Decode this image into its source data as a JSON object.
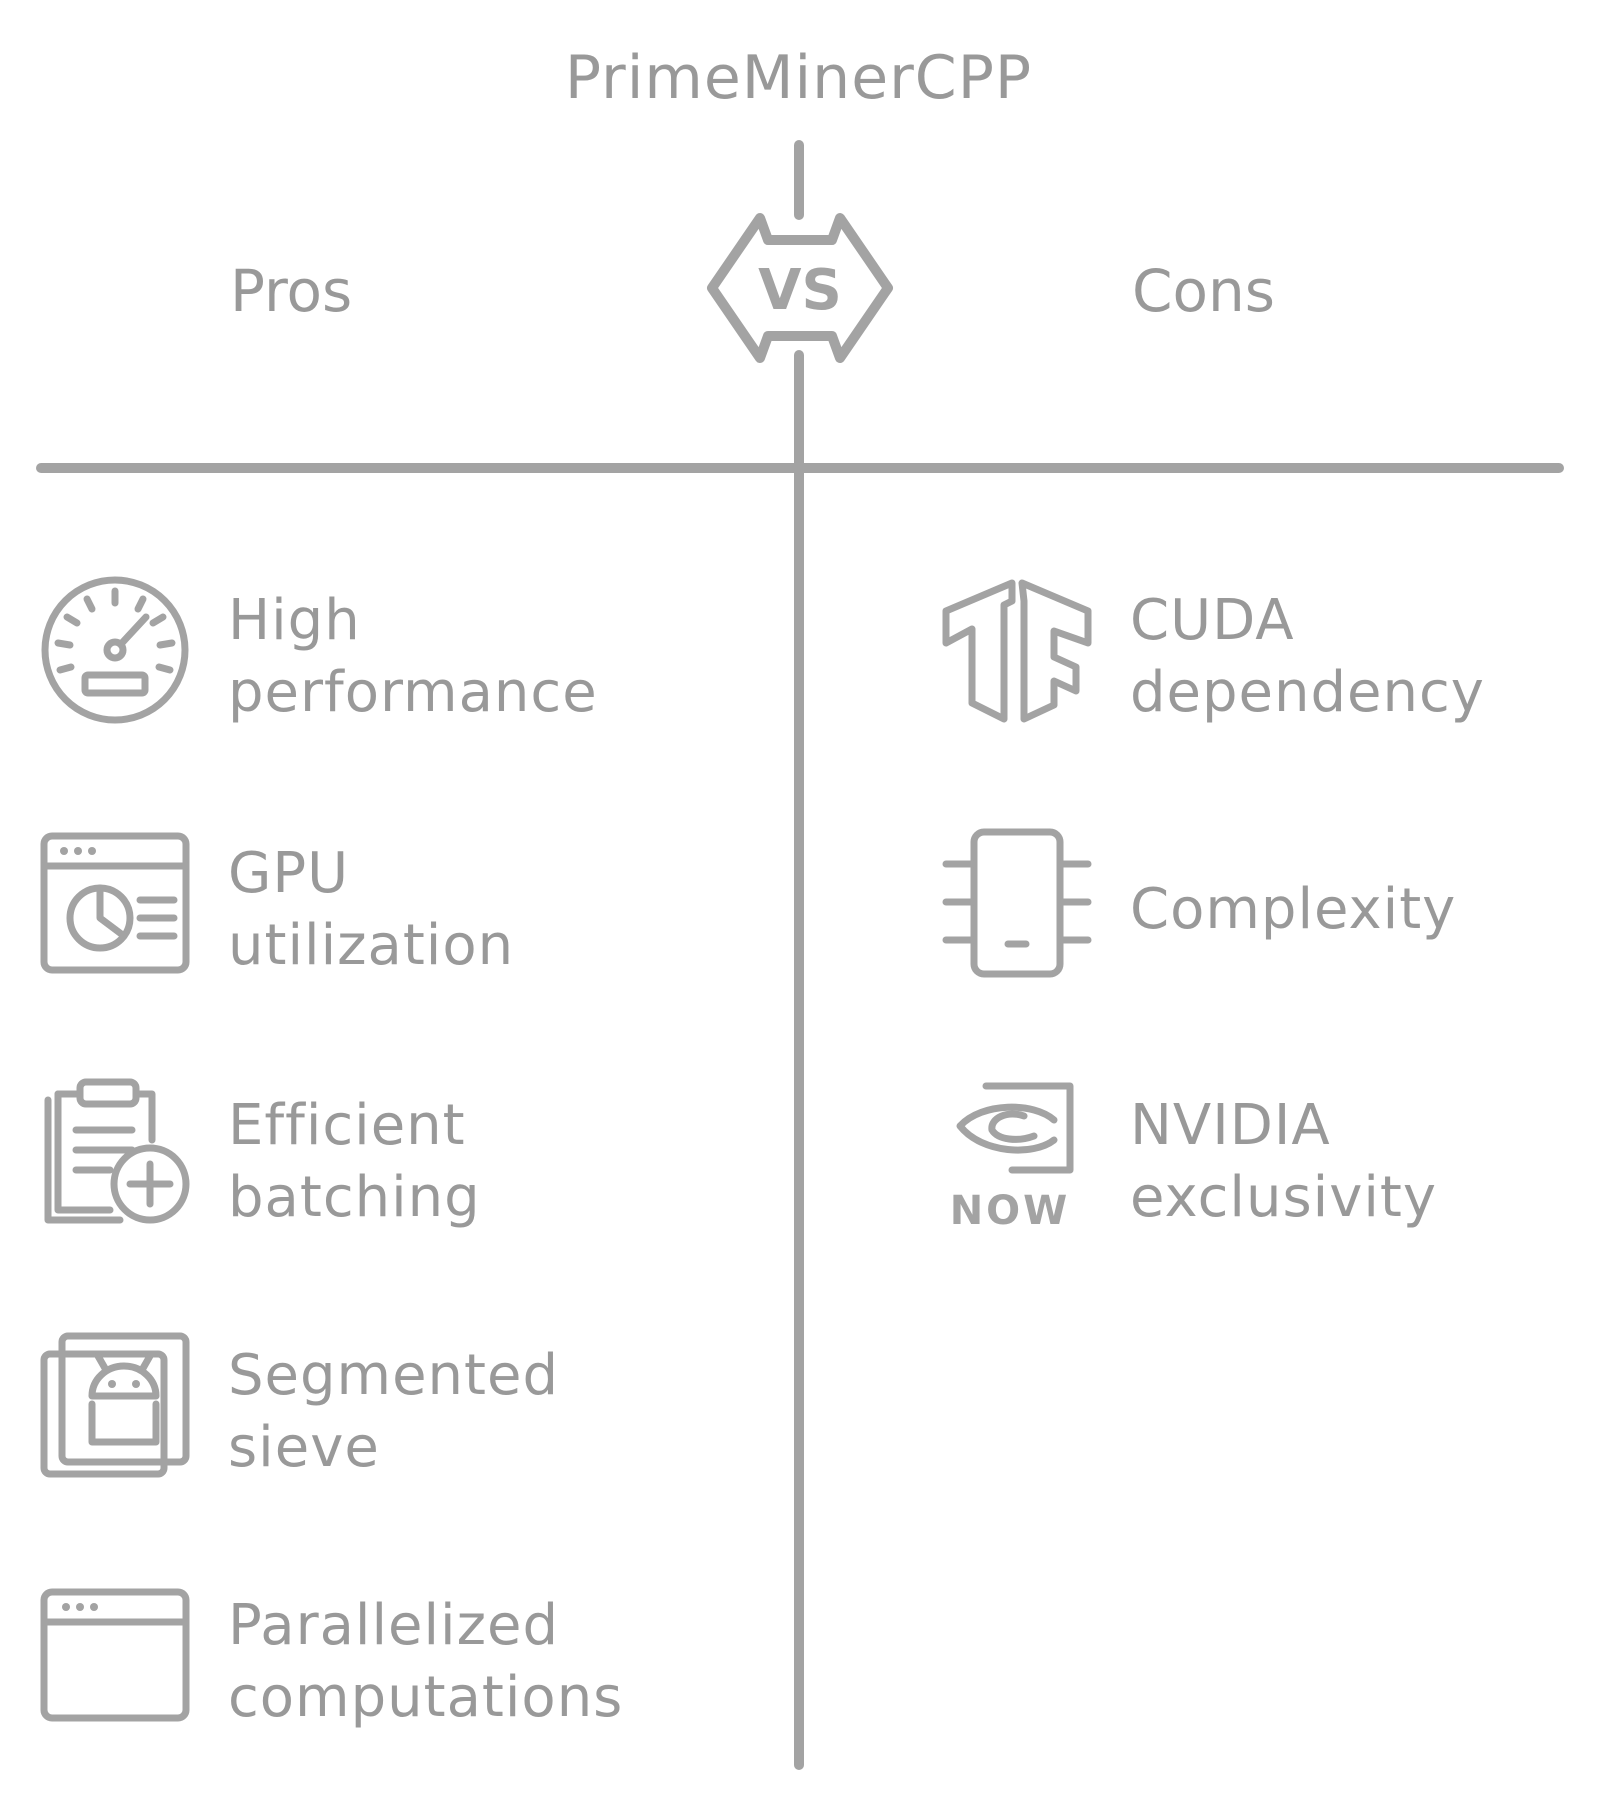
{
  "title": "PrimeMinerCPP",
  "vs_label": "VS",
  "pros": {
    "heading": "Pros",
    "items": [
      {
        "line1": "High",
        "line2": "performance",
        "icon": "speedometer-icon"
      },
      {
        "line1": "GPU",
        "line2": "utilization",
        "icon": "dashboard-window-icon"
      },
      {
        "line1": "Efficient",
        "line2": "batching",
        "icon": "clipboard-add-icon"
      },
      {
        "line1": "Segmented",
        "line2": "sieve",
        "icon": "android-stack-icon"
      },
      {
        "line1": "Parallelized",
        "line2": "computations",
        "icon": "browser-window-icon"
      }
    ]
  },
  "cons": {
    "heading": "Cons",
    "items": [
      {
        "line1": "CUDA",
        "line2": "dependency",
        "icon": "tensorflow-icon"
      },
      {
        "line1": "Complexity",
        "line2": "",
        "icon": "chip-icon"
      },
      {
        "line1": "NVIDIA",
        "line2": "exclusivity",
        "icon": "nvidia-now-icon",
        "icon_text": "NOW"
      }
    ]
  },
  "colors": {
    "stroke": "#a3a3a3",
    "text": "#999999",
    "background": "#ffffff"
  }
}
